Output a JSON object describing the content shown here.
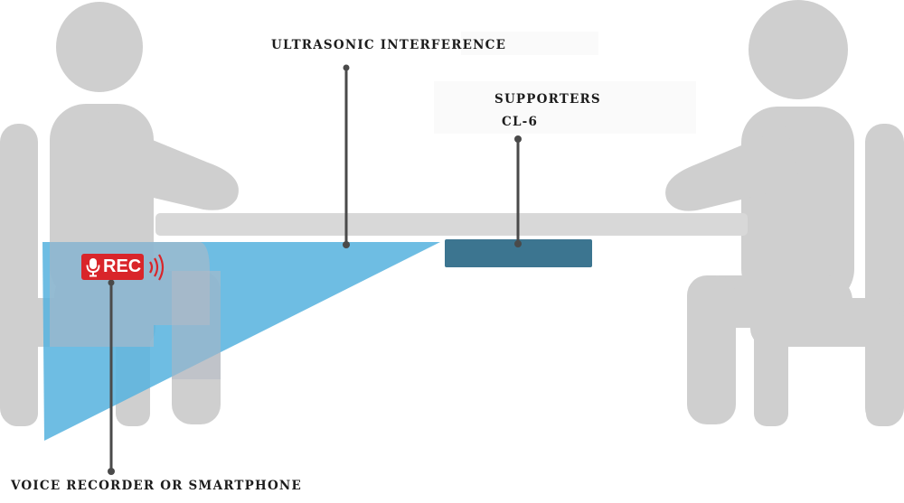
{
  "labels": {
    "ultrasonic": "ULTRASONIC INTERFERENCE",
    "supporters_line1": "SUPPORTERS",
    "supporters_line2": "CL-6",
    "recorder": "VOICE RECORDER OR SMARTPHONE"
  },
  "rec_badge": {
    "text": "REC",
    "icon": "microphone-icon"
  },
  "icons": {
    "waves": "sound-waves-icon"
  },
  "colors": {
    "figure_gray": "#cfcfcf",
    "table_gray": "#d8d8d8",
    "interference_blue": "#5ab4df",
    "device_teal": "#3c7590",
    "rec_red": "#d9252a",
    "leader_line": "#4a4a4a"
  }
}
